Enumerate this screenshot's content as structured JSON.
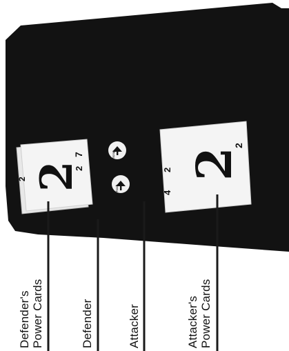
{
  "labels": {
    "defender_power_line1": "Defender's",
    "defender_power_line2": "Power Cards",
    "defender": "Defender",
    "attacker": "Attacker",
    "attacker_power_line1": "Attacker's",
    "attacker_power_line2": "Power Cards"
  },
  "defender_card": {
    "big_numeral": "2",
    "corner_top_left": "2",
    "corner_top_right": "7",
    "corner_mid_right": "2"
  },
  "attacker_card": {
    "big_numeral": "2",
    "corner_top_right": "2",
    "corner_mid_left": "2",
    "corner_bottom_left": "4"
  },
  "tokens": {
    "defender_token_text": "Scrap",
    "attacker_token_text": "Trash"
  },
  "colors": {
    "board": "#121212",
    "card": "#f4f4f4",
    "ink": "#111111",
    "line": "#1a1a1a"
  }
}
